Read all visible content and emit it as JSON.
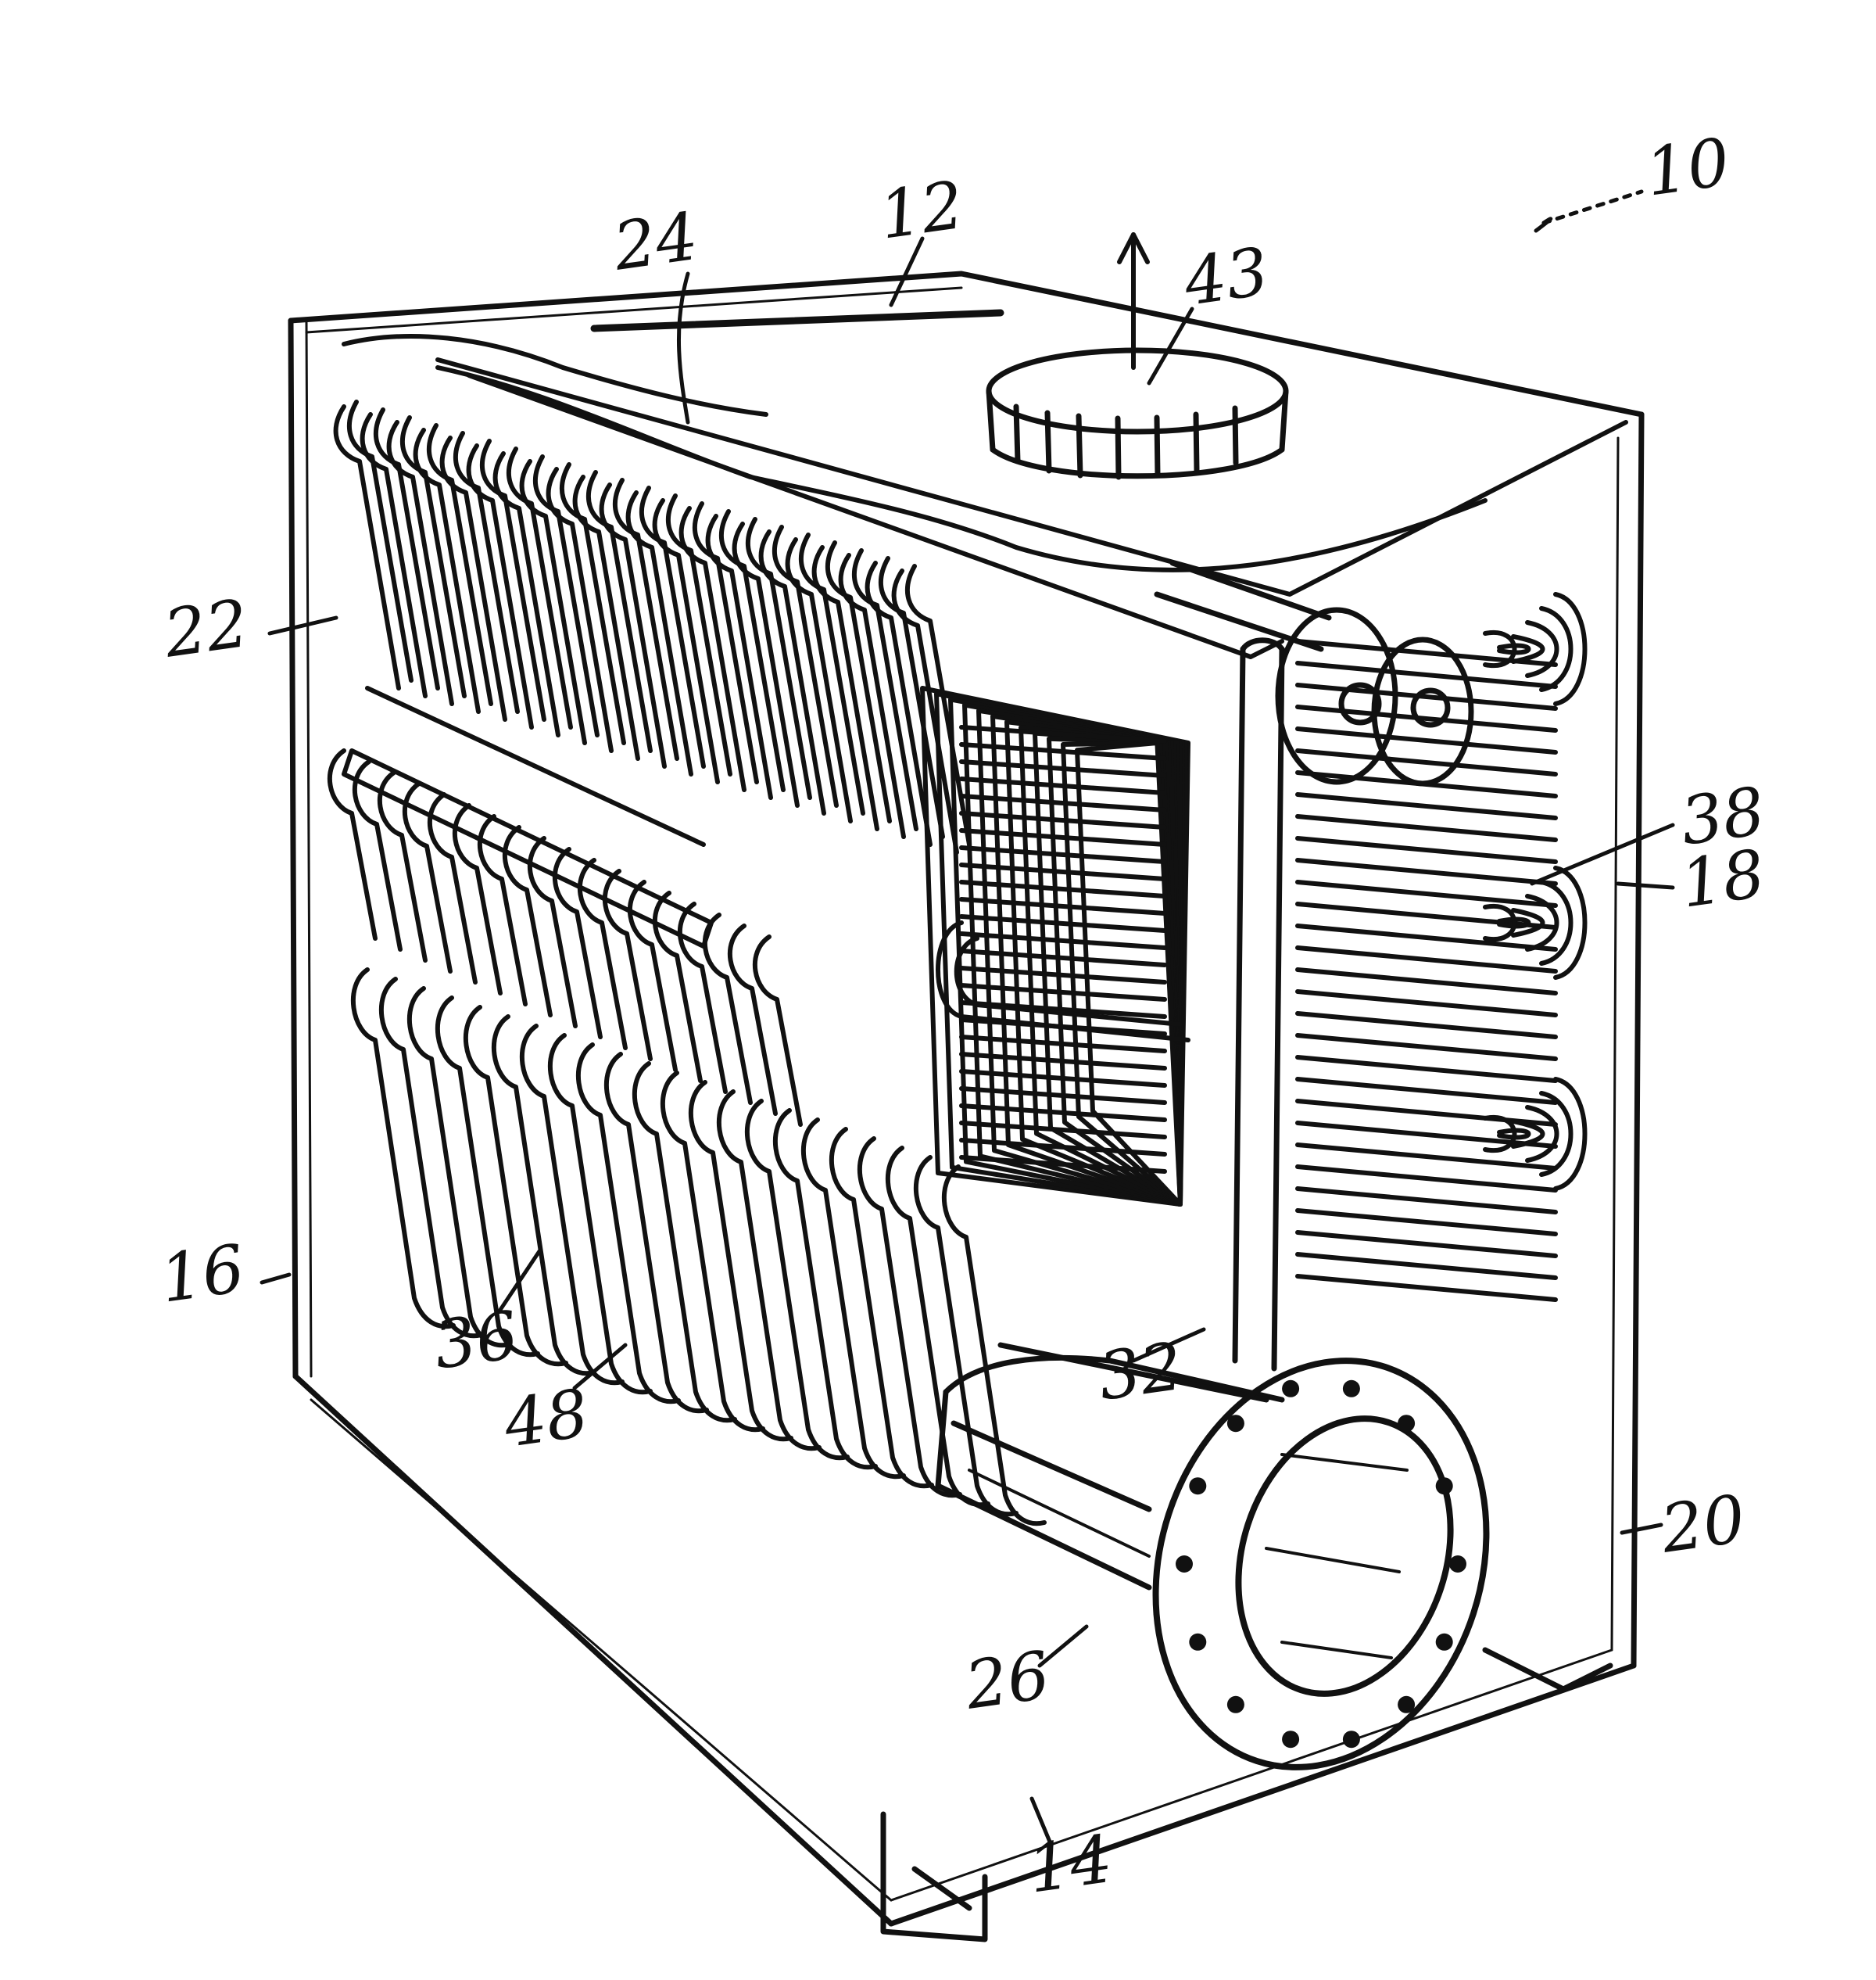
{
  "figure": {
    "colors": {
      "ink": "#111111",
      "paper": "#ffffff"
    },
    "labels": {
      "assembly": "10",
      "top_panel": "12",
      "base": "14",
      "left_side_wall": "16",
      "right_side_wall": "18",
      "front_corner": "20",
      "rear_wall": "22",
      "top_cutaway": "24",
      "burner_inlet": "26",
      "header_32": "32",
      "tube_bank_36": "36",
      "tube_bank_38": "38",
      "flue_outlet": "43",
      "support_48": "48"
    }
  }
}
